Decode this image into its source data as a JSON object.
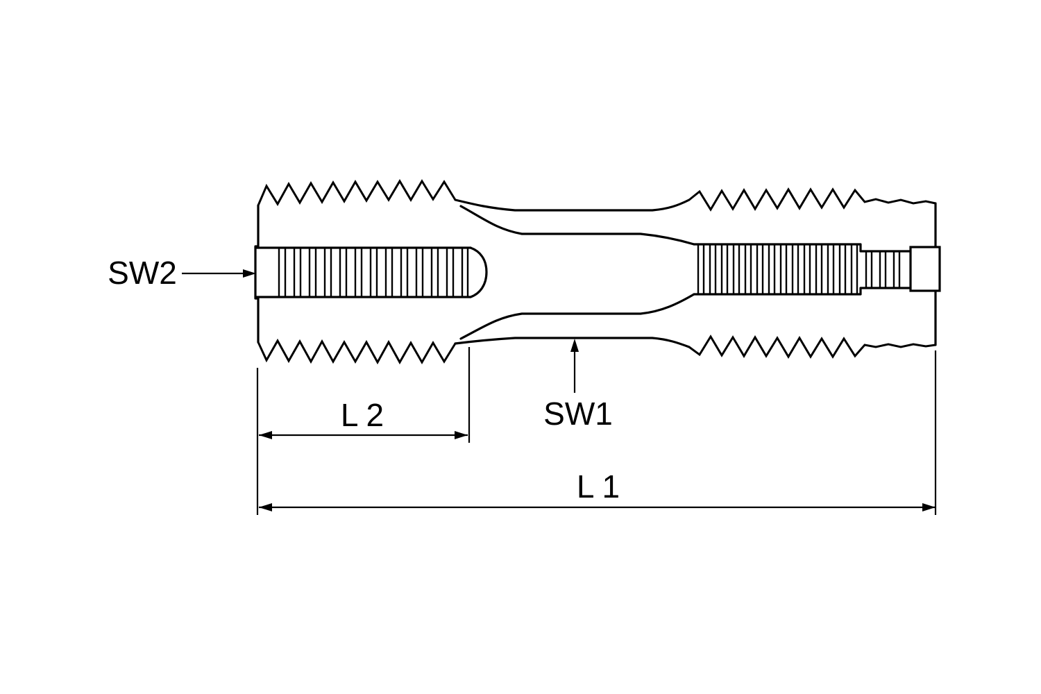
{
  "page": {
    "background": "#ffffff",
    "line_color": "#000000"
  },
  "diagram": {
    "labels": {
      "sw2": "SW2",
      "sw1": "SW1",
      "l2": "L 2",
      "l1": "L 1"
    }
  }
}
